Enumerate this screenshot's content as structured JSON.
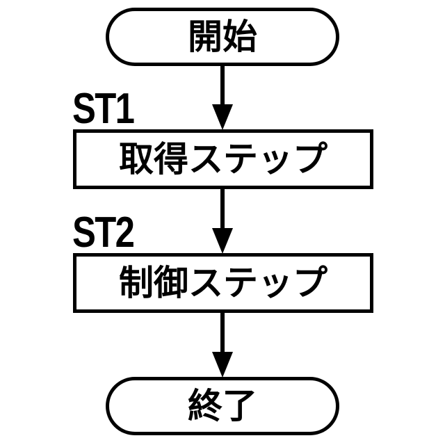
{
  "figure": {
    "type": "flowchart",
    "background_color": "#ffffff",
    "line_color": "#000000"
  },
  "flowchart": {
    "start": {
      "label": "開始"
    },
    "steps": [
      {
        "id": "ST1",
        "label": "取得ステップ"
      },
      {
        "id": "ST2",
        "label": "制御ステップ"
      }
    ],
    "end": {
      "label": "終了"
    },
    "connectors": [
      {
        "from": "start",
        "to": "ST1",
        "type": "arrow-down"
      },
      {
        "from": "ST1",
        "to": "ST2",
        "type": "arrow-down"
      },
      {
        "from": "ST2",
        "to": "end",
        "type": "arrow-down"
      }
    ]
  }
}
